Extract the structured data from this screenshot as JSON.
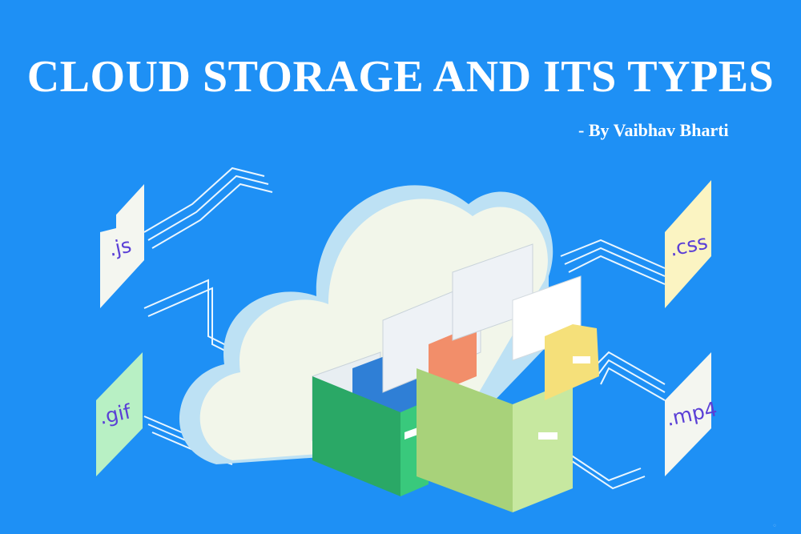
{
  "title": "CLOUD STORAGE AND ITS TYPES",
  "byline": "- By Vaibhav Bharti",
  "colors": {
    "background": "#1e90f5",
    "cloud": "#f2f6ea",
    "cloud_shadow": "#bde1f4",
    "folder_green": "#39c97c",
    "folder_lime": "#c7e8a0",
    "folder_yellow": "#f5e07a",
    "label_text": "#5a3fd6"
  },
  "files": [
    {
      "label": ".js",
      "color": "#f4f6f0"
    },
    {
      "label": ".gif",
      "color": "#b8f0c4"
    },
    {
      "label": ".css",
      "color": "#fbf4c2"
    },
    {
      "label": ".mp4",
      "color": "#f4f6f0"
    }
  ]
}
